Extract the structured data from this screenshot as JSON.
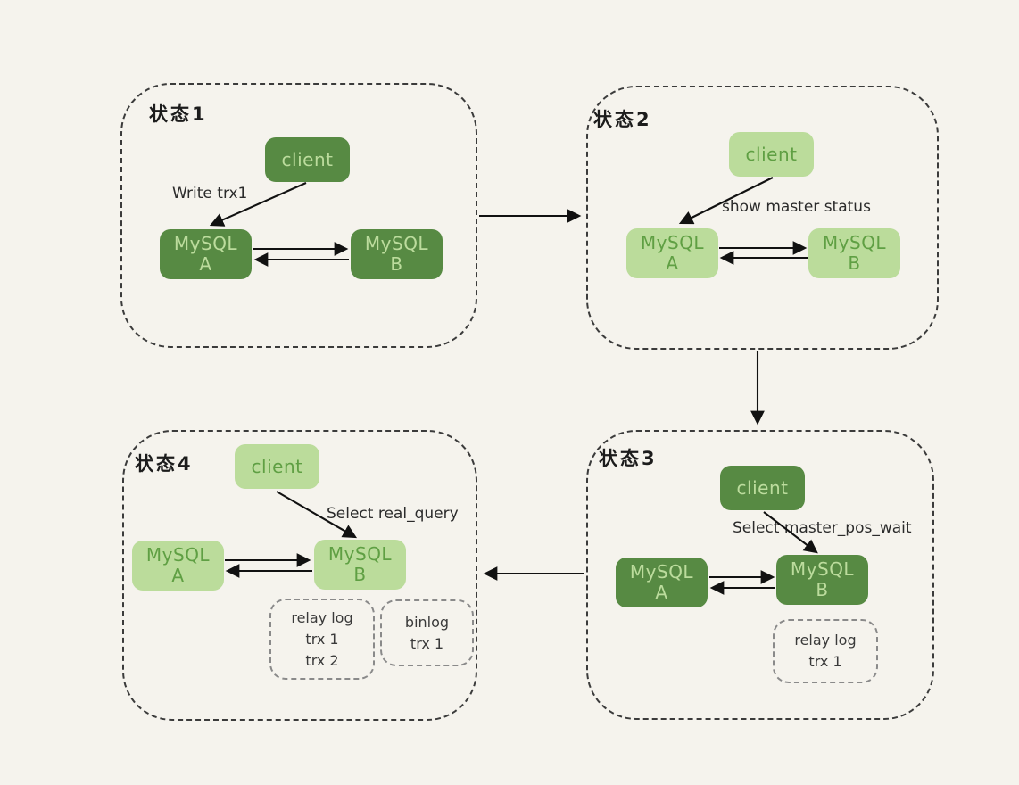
{
  "colors": {
    "background": "#f5f3ed",
    "dark_green": "#578a43",
    "dark_green_text": "#bcdc9d",
    "light_green": "#bbdc9b",
    "light_green_text": "#5f9f43",
    "panel_border": "#3b3b3b",
    "log_border": "#8a8a8a",
    "arrow": "#111111",
    "text": "#2b2b2b"
  },
  "states": [
    {
      "label": "状态1",
      "client": "client",
      "command": "Write trx1",
      "node_a": {
        "name": "MySQL",
        "sub": "A"
      },
      "node_b": {
        "name": "MySQL",
        "sub": "B"
      }
    },
    {
      "label": "状态2",
      "client": "client",
      "command": "show master status",
      "node_a": {
        "name": "MySQL",
        "sub": "A"
      },
      "node_b": {
        "name": "MySQL",
        "sub": "B"
      }
    },
    {
      "label": "状态3",
      "client": "client",
      "command": "Select master_pos_wait",
      "node_a": {
        "name": "MySQL",
        "sub": "A"
      },
      "node_b": {
        "name": "MySQL",
        "sub": "B"
      },
      "relay_log": {
        "lines": [
          "relay log",
          "trx 1"
        ]
      }
    },
    {
      "label": "状态4",
      "client": "client",
      "command": "Select real_query",
      "node_a": {
        "name": "MySQL",
        "sub": "A"
      },
      "node_b": {
        "name": "MySQL",
        "sub": "B"
      },
      "relay_log": {
        "lines": [
          "relay log",
          "trx 1",
          "trx 2"
        ]
      },
      "binlog": {
        "lines": [
          "binlog",
          "trx 1"
        ]
      }
    }
  ]
}
